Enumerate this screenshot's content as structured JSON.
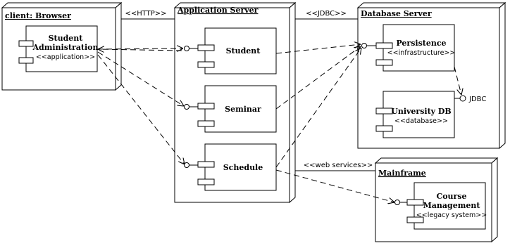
{
  "diagram": {
    "nodes": {
      "client": "client: Browser",
      "app_server": "Application Server",
      "db_server": "Database Server",
      "mainframe": "Mainframe"
    },
    "components": {
      "student_admin": {
        "line1": "Student",
        "line2": "Administration",
        "stereotype": "<<application>>"
      },
      "student": {
        "name": "Student"
      },
      "seminar": {
        "name": "Seminar"
      },
      "schedule": {
        "name": "Schedule"
      },
      "persistence": {
        "name": "Persistence",
        "stereotype": "<<infrastructure>>"
      },
      "university_db": {
        "name": "University DB",
        "stereotype": "<<database>>"
      },
      "course_mgmt": {
        "line1": "Course",
        "line2": "Management",
        "stereotype": "<<legacy system>>"
      }
    },
    "connections": {
      "http": "<<HTTP>>",
      "jdbc_link": "<<JDBC>>",
      "web_services": "<<web services>>"
    },
    "interfaces": {
      "jdbc": "JDBC"
    }
  }
}
